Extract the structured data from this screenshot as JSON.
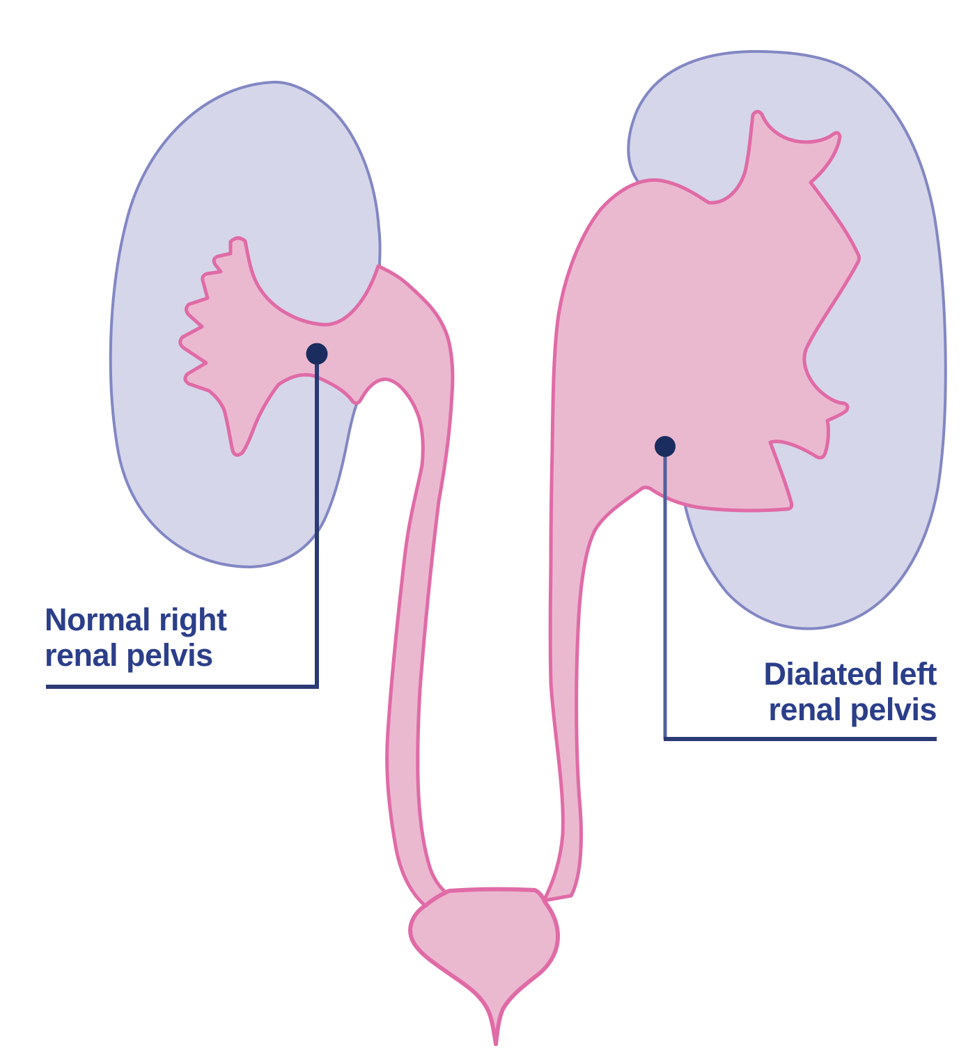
{
  "figure": {
    "labels": {
      "left": {
        "line1": "Normal right",
        "line2": "renal pelvis"
      },
      "right": {
        "line1": "Dialated left",
        "line2": "renal pelvis"
      }
    },
    "palette": {
      "background": "#ffffff",
      "kidney_fill": "#d5d6ea",
      "kidney_stroke": "#8287c3",
      "pelvis_fill": "#eab9d0",
      "pelvis_stroke": "#e06ba6",
      "marker_dot": "#1b2c5e",
      "leader_line": "#2a3a74",
      "leader_line_light": "#50619b",
      "label_color": "#2b3e8a"
    }
  }
}
